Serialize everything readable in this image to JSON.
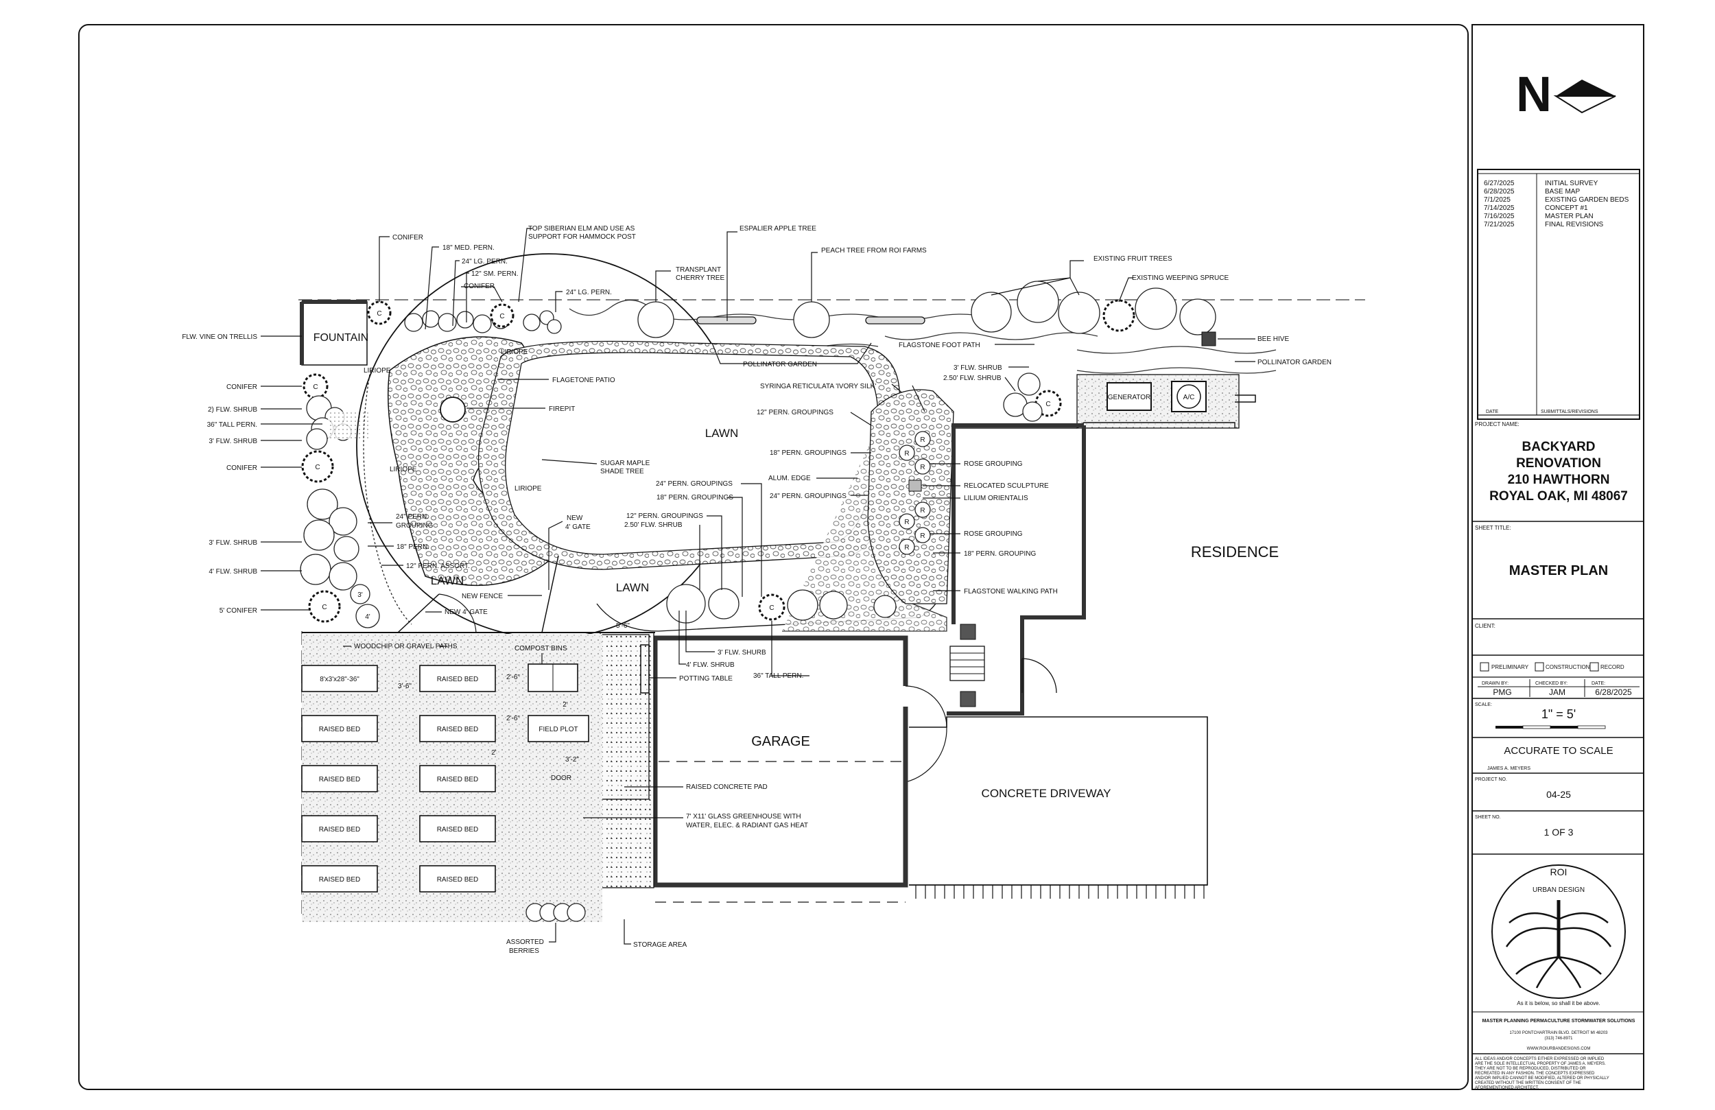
{
  "plan": {
    "labels": {
      "fountain": "FOUNTAIN",
      "lawn": "LAWN",
      "garage": "GARAGE",
      "residence": "RESIDENCE",
      "concrete_driveway": "CONCRETE DRIVEWAY",
      "generator": "GENERATOR",
      "ac": "A/C",
      "liriope": "LIRIOPE",
      "conifer": "CONIFER",
      "conifer_5": "5' CONIFER",
      "flw_vine_on_trellis": "FLW. VINE ON TRELLIS",
      "flw_shrub_2": "2) FLW. SHRUB",
      "tall_pern_36": "36\" TALL PERN.",
      "flw_shrub_3": "3' FLW. SHRUB",
      "flw_shrub_4": "4' FLW. SHRUB",
      "med_pern_18": "18\" MED. PERN.",
      "lg_pern_24": "24\" LG. PERN.",
      "sm_pern_12": "12\" SM. PERN.",
      "top_siberian_elm": "TOP SIBERIAN ELM AND USE AS",
      "support_hammock": "SUPPORT FOR HAMMOCK POST",
      "espalier_apple": "ESPALIER APPLE TREE",
      "transplant": "TRANSPLANT",
      "cherry_tree": "CHERRY TREE",
      "peach_tree": "PEACH TREE FROM ROI FARMS",
      "existing_fruit_trees": "EXISTING FRUIT TREES",
      "existing_weeping_spruce": "EXISTING WEEPING SPRUCE",
      "bee_hive": "BEE HIVE",
      "pollinator_garden": "POLLINATOR GARDEN",
      "flagstone_foot_path": "FLAGSTONE FOOT PATH",
      "flw_shrub_250": "2.50' FLW. SHRUB",
      "syringa": "SYRINGA RETICULATA 'IVORY SILK'",
      "pern_groupings_12": "12\" PERN. GROUPINGS",
      "pern_groupings_18": "18\" PERN. GROUPINGS",
      "pern_groupings_24": "24\" PERN. GROUPINGS",
      "alum_edge": "ALUM. EDGE",
      "rose_grouping": "ROSE GROUPING",
      "relocated_sculpture": "RELOCATED SCULPTURE",
      "lilium": "LILIUM ORIENTALIS",
      "pern_grouping_18": "18\" PERN. GROUPING",
      "flagstone_walking_path": "FLAGSTONE WALKING PATH",
      "flagetone_patio": "FLAGETONE PATIO",
      "firepit": "FIREPIT",
      "sugar_maple_1": "SUGAR MAPLE",
      "sugar_maple_2": "SHADE TREE",
      "pern_24": "24\" PERN.",
      "grouping": "GROUPING",
      "pern_18": "18\" PERN.",
      "pern_assort_12": "12\" PERN. ASSORT.",
      "new": "NEW",
      "gate_4": "4' GATE",
      "new_fence": "NEW FENCE",
      "new_4_gate": "NEW 4' GATE",
      "woodchip": "WOODCHIP OR GRAVEL PATHS",
      "compost_bins": "COMPOST BINS",
      "flw_shurb_3": "3' FLW. SHURB",
      "tall_pern_36b": "36\" TALL PERN.",
      "potting_table": "POTTING TABLE",
      "raised_concrete_pad": "RAISED CONCRETE PAD",
      "greenhouse_1": "7' X11' GLASS GREENHOUSE WITH",
      "greenhouse_2": "WATER, ELEC. & RADIANT GAS HEAT",
      "assorted": "ASSORTED",
      "berries": "BERRIES",
      "storage_area": "STORAGE AREA",
      "raised_bed": "RAISED BED",
      "bed_size": "8'x3'x28\"-36\"",
      "field_plot": "FIELD PLOT",
      "door": "DOOR",
      "c": "C",
      "r": "R",
      "dim_3ft": "3'",
      "dim_4ft": "4'",
      "dim_5_6": "5'-6\"",
      "dim_3_6": "3'-6\"",
      "dim_2_6": "2'-6\"",
      "dim_2": "2'",
      "dim_3_2": "3'-2\"",
      "dim_2_6b": "2'-6\""
    }
  },
  "north_arrow": {
    "letter": "N"
  },
  "title_block": {
    "revisions": [
      {
        "date": "6/27/2025",
        "desc": "INITIAL SURVEY"
      },
      {
        "date": "6/28/2025",
        "desc": "BASE MAP"
      },
      {
        "date": "7/1/2025",
        "desc": "EXISTING GARDEN BEDS"
      },
      {
        "date": "7/14/2025",
        "desc": "CONCEPT #1"
      },
      {
        "date": "7/16/2025",
        "desc": "MASTER PLAN"
      },
      {
        "date": "7/21/2025",
        "desc": "FINAL REVISIONS"
      }
    ],
    "date_header": "DATE",
    "submittals_header": "SUBMITTALS/REVISIONS",
    "project_name_label": "PROJECT NAME:",
    "project_line1": "BACKYARD",
    "project_line2": "RENOVATION",
    "project_line3": "210 HAWTHORN",
    "project_line4": "ROYAL OAK, MI 48067",
    "sheet_title_label": "SHEET TITLE:",
    "sheet_title": "MASTER PLAN",
    "client_label": "CLIENT:",
    "status_preliminary": "PRELIMINARY",
    "status_construction": "CONSTRUCTION",
    "status_record": "RECORD",
    "drawn_by_label": "DRAWN BY:",
    "checked_by_label": "CHECKED BY:",
    "date_label": "DATE:",
    "drawn_by": "PMG",
    "checked_by": "JAM",
    "date": "6/28/2025",
    "scale_label": "SCALE:",
    "scale": "1\" = 5'",
    "accurate": "ACCURATE TO SCALE",
    "accurate_name": "JAMES A. MEYERS",
    "project_no_label": "PROJECT NO.",
    "project_no": "04-25",
    "sheet_no_label": "SHEET NO.",
    "sheet_no": "1 OF 3",
    "logo_top": "ROI",
    "logo_sub": "URBAN DESIGN",
    "logo_motto": "As it is below, so shall it be above.",
    "services": "MASTER PLANNING  PERMACULTURE  STORMWATER SOLUTIONS",
    "address": "17100 PONTCHARTRAIN BLVD.  DETROIT MI 48203",
    "phone": "(313) 746-8971",
    "website": "WWW.ROIURBANDESIGNS.COM",
    "disclaimer_1": "ALL IDEAS AND/OR CONCEPTS EITHER EXPRESSED OR IMPLIED",
    "disclaimer_2": "ARE THE SOLE INTELLECTUAL PROPERTY OF JAMES A. MEYERS.",
    "disclaimer_3": "THEY ARE NOT TO BE REPRODUCED, DISTRIBUTED OR",
    "disclaimer_4": "RECREATED IN ANY FASHION. THE CONCEPTS EXPRESSED",
    "disclaimer_5": "AND/OR IMPLIED CANNOT BE MODIFIED, ALTERED OR PHYSICALLY",
    "disclaimer_6": "CREATED WITHOUT THE WRITTEN CONSENT OF THE",
    "disclaimer_7": "AFOREMENTIONED ARCHITECT."
  }
}
